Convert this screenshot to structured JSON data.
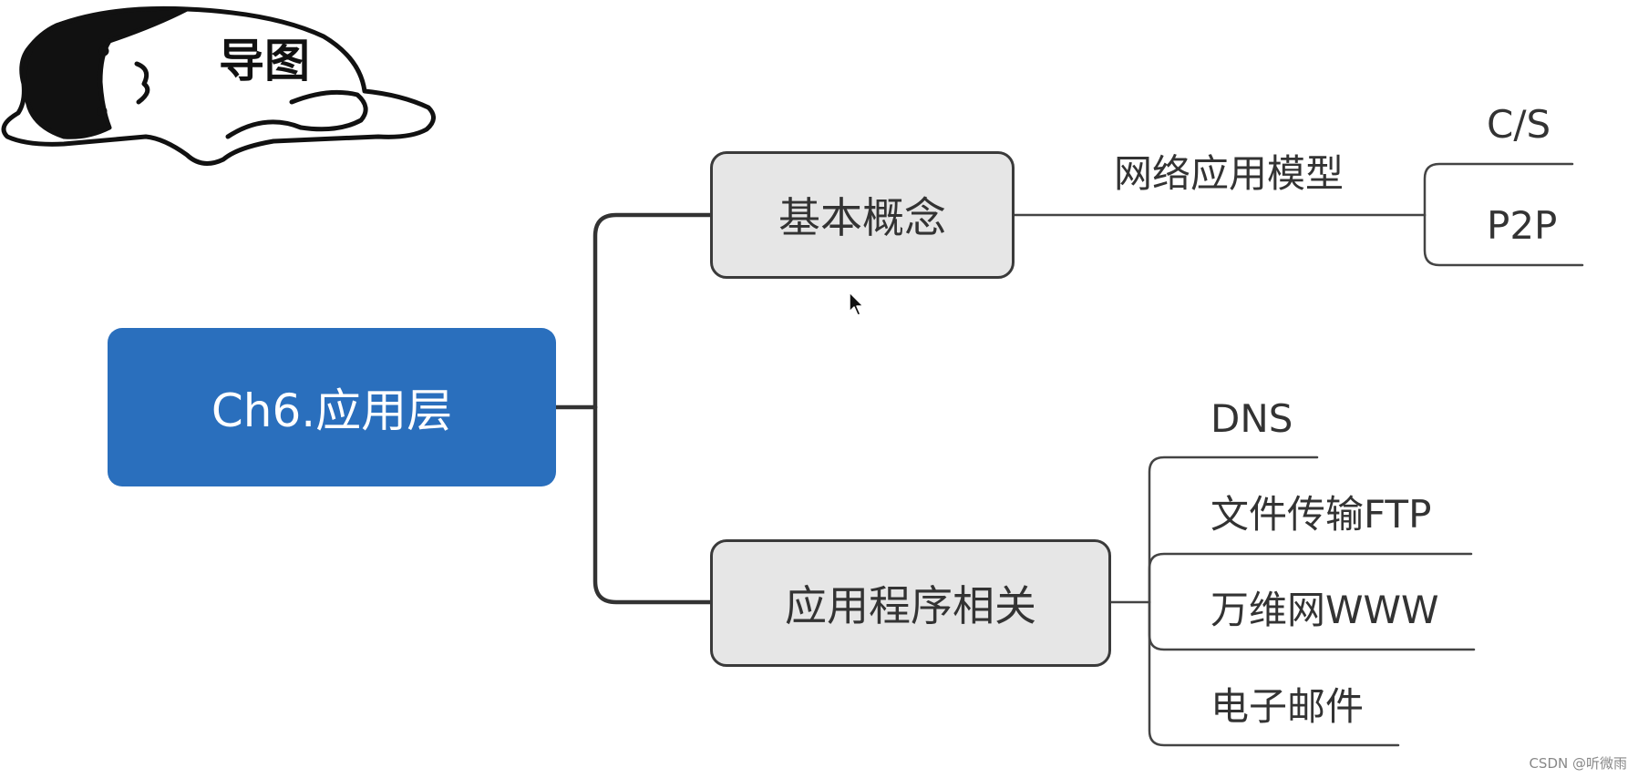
{
  "sticker": {
    "title": "导图"
  },
  "root": {
    "label": "Ch6.应用层"
  },
  "branches": {
    "basic": {
      "label": "基本概念",
      "child": {
        "label": "网络应用模型"
      },
      "grandchildren": [
        {
          "label": "C/S"
        },
        {
          "label": "P2P"
        }
      ]
    },
    "app": {
      "label": "应用程序相关",
      "children": [
        {
          "label": "DNS"
        },
        {
          "label": "文件传输FTP"
        },
        {
          "label": "万维网WWW"
        },
        {
          "label": "电子邮件"
        }
      ]
    }
  },
  "watermark": "CSDN @听微雨",
  "colors": {
    "root_fill": "#2a6fbd",
    "branch_fill": "#e6e6e6",
    "connector": "#333333",
    "leaf_line": "#444444"
  }
}
